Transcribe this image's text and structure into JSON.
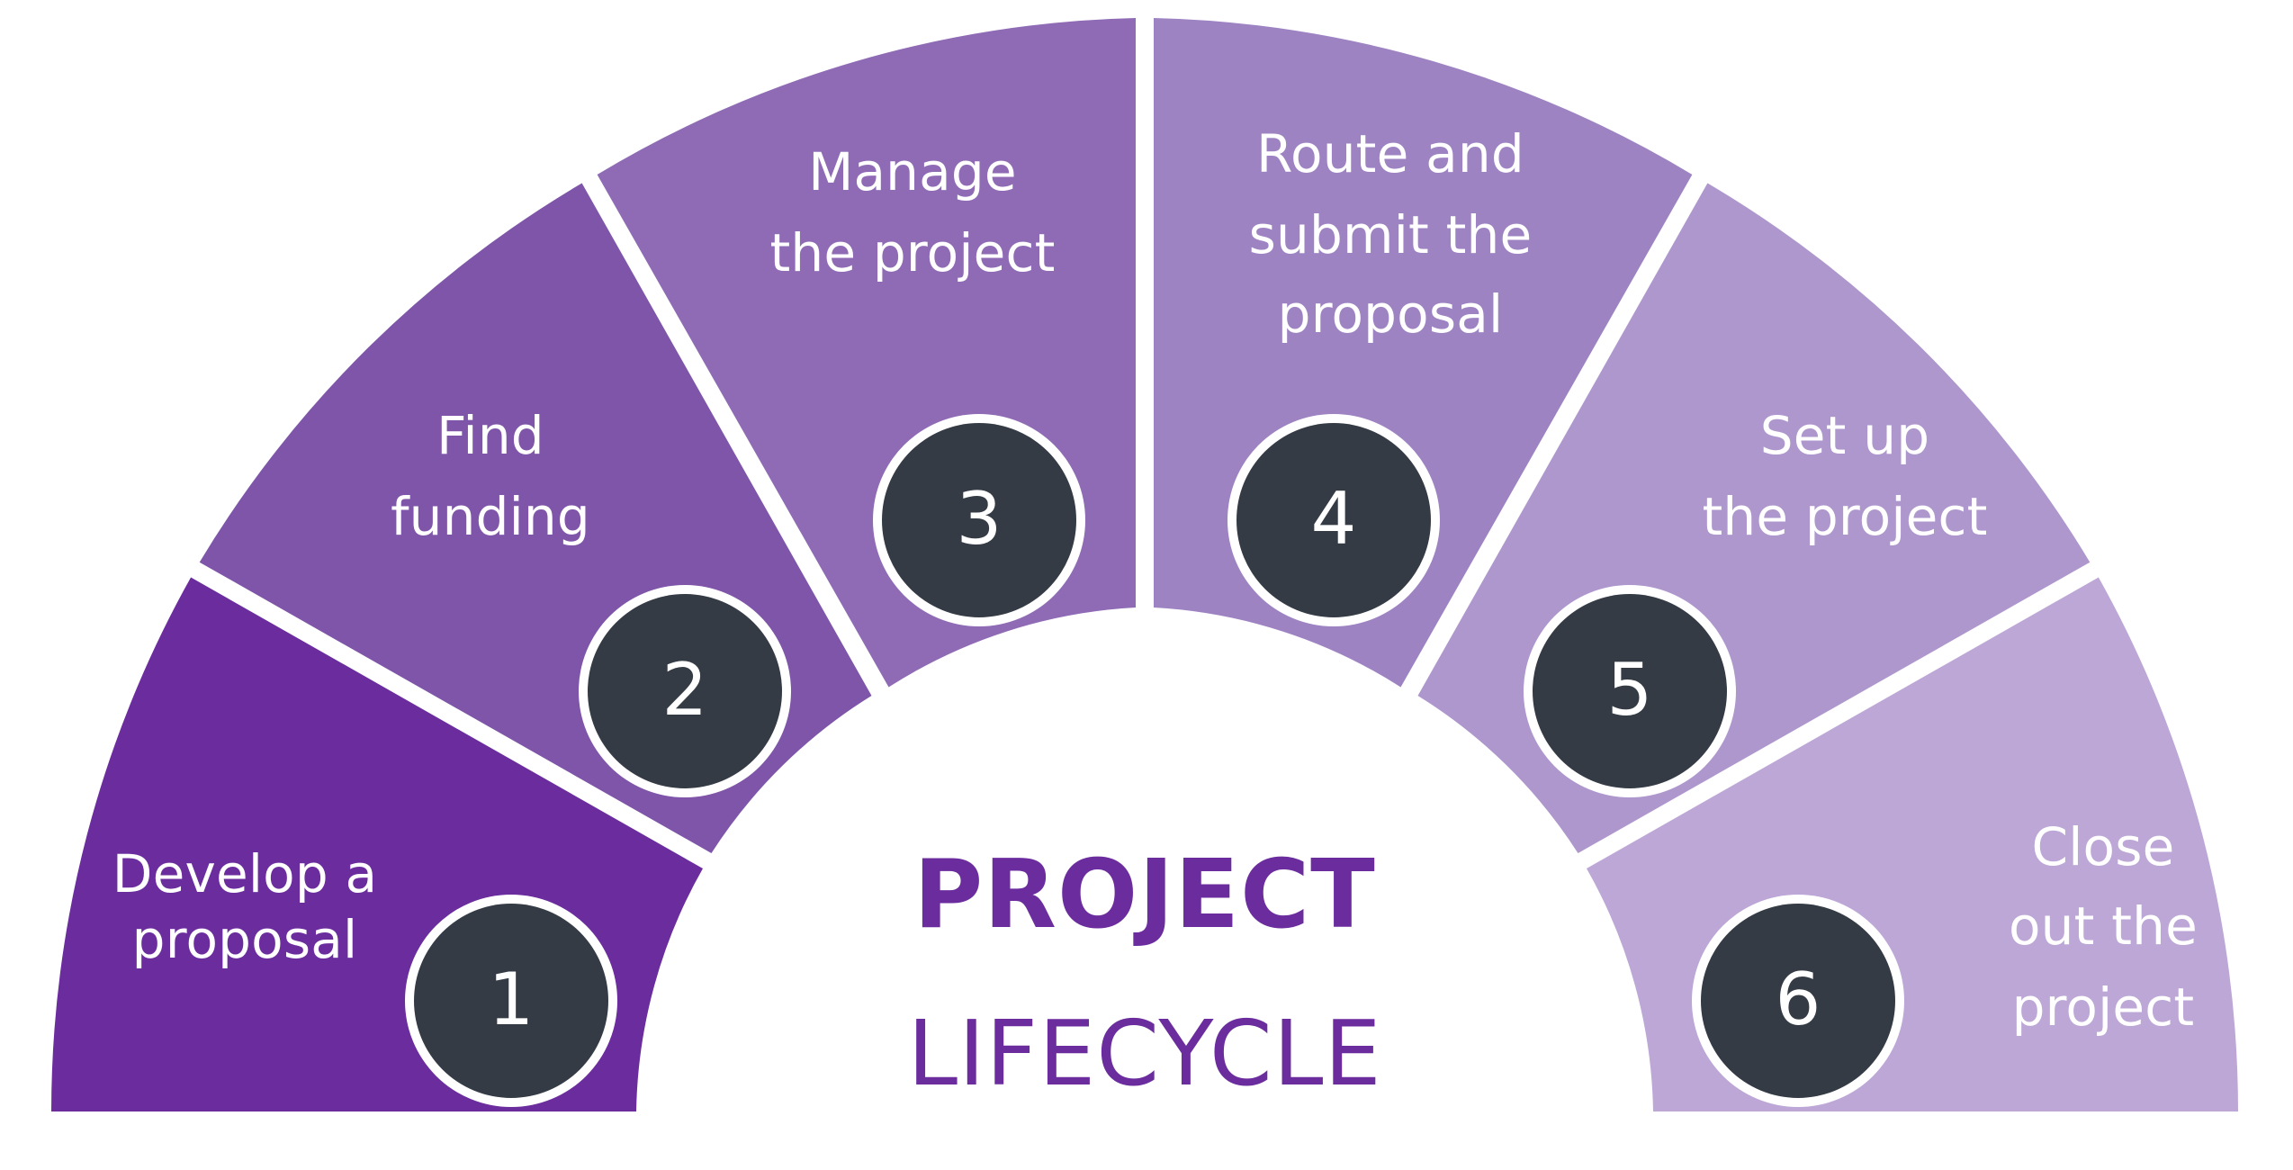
{
  "diagram": {
    "title_line1": "PROJECT",
    "title_line2": "LIFECYCLE",
    "title_color": "#6B2D9E",
    "background_color": "#FFFFFF",
    "circle_fill_color": "#343B45",
    "circle_ring_color": "#FFFFFF",
    "label_text_color": "#FFFFFF",
    "type": "semicircular-process-wheel",
    "step_count": 6,
    "steps": [
      {
        "number": "1",
        "label_lines": [
          "Develop a",
          "proposal"
        ],
        "label": "Develop a proposal",
        "color": "#6B2D9E"
      },
      {
        "number": "2",
        "label_lines": [
          "Find",
          "funding"
        ],
        "label": "Find funding",
        "color": "#7E55A8"
      },
      {
        "number": "3",
        "label_lines": [
          "Manage",
          "the project"
        ],
        "label": "Manage the project",
        "color": "#8F6BB5"
      },
      {
        "number": "4",
        "label_lines": [
          "Route and",
          "submit the",
          "proposal"
        ],
        "label": "Route and submit the proposal",
        "color": "#9E83C3"
      },
      {
        "number": "5",
        "label_lines": [
          "Set up",
          "the project"
        ],
        "label": "Set up the project",
        "color": "#AE97CD"
      },
      {
        "number": "6",
        "label_lines": [
          "Close",
          "out the",
          "project"
        ],
        "label": "Close out the project",
        "color": "#BCA7D6"
      }
    ]
  }
}
